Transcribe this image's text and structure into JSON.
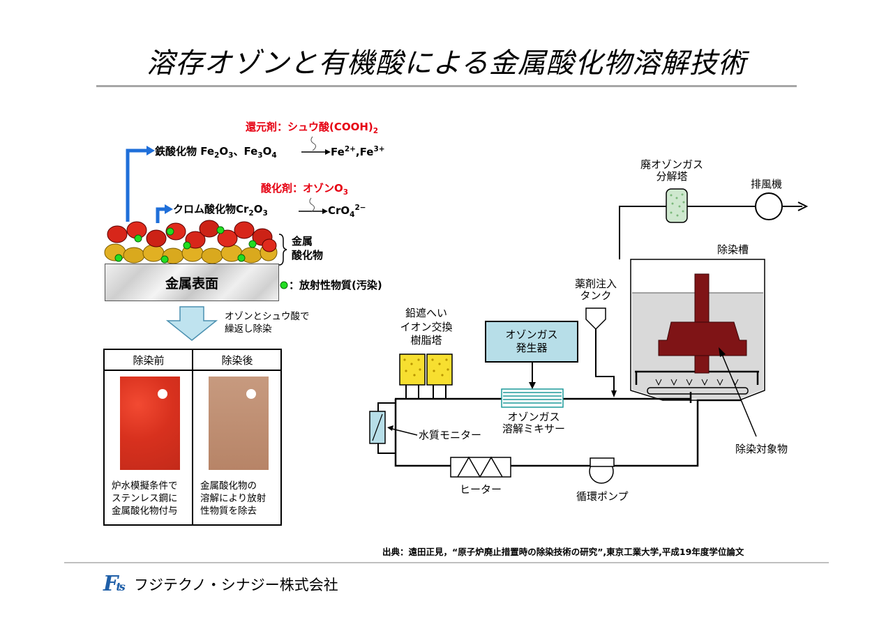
{
  "title": "溶存オゾンと有機酸による金属酸化物溶解技術",
  "left": {
    "reducer_label": "還元剤：シュウ酸(COOH)",
    "reducer_sub": "2",
    "iron_oxide": "鉄酸化物 Fe",
    "iron_formula_rest": "O",
    "iron_products": "Fe",
    "oxidizer_label": "酸化剤：オゾンO",
    "oxidizer_sub": "3",
    "chrome_oxide": "クロム酸化物Cr",
    "chrome_product": "CrO",
    "metal_oxide_label_1": "金属",
    "metal_oxide_label_2": "酸化物",
    "metal_surface": "金属表面",
    "radioactive_legend": "：放射性物質(汚染)",
    "process_note_1": "オゾンとシュウ酸で",
    "process_note_2": "繰返し除染"
  },
  "table": {
    "before_header": "除染前",
    "after_header": "除染後",
    "before_caption": [
      "炉水模擬条件で",
      "ステンレス鋼に",
      "金属酸化物付与"
    ],
    "after_caption": [
      "金属酸化物の",
      "溶解により放射",
      "性物質を除去"
    ]
  },
  "system": {
    "waste_ozone_tower": [
      "廃オゾンガス",
      "分解塔"
    ],
    "exhaust_fan": "排風機",
    "decon_tank": "除染槽",
    "chemical_tank": [
      "薬剤注入",
      "タンク"
    ],
    "resin_tower": [
      "鉛遮へい",
      "イオン交換",
      "樹脂塔"
    ],
    "ozone_generator": [
      "オゾンガス",
      "発生器"
    ],
    "ozone_mixer": [
      "オゾンガス",
      "溶解ミキサー"
    ],
    "water_monitor": "水質モニター",
    "heater": "ヒーター",
    "circulation_pump": "循環ポンプ",
    "target_object": "除染対象物"
  },
  "source": "出典：遠田正見，“原子炉廃止措置時の除染技術の研究”,東京工業大学,平成19年度学位論文",
  "company": "フジテクノ・シナジー株式会社",
  "colors": {
    "accent_red": "#e60012",
    "arrow_blue": "#1f6fd9",
    "box_cyan": "#b7dee8",
    "tank_red": "#7f1416"
  }
}
